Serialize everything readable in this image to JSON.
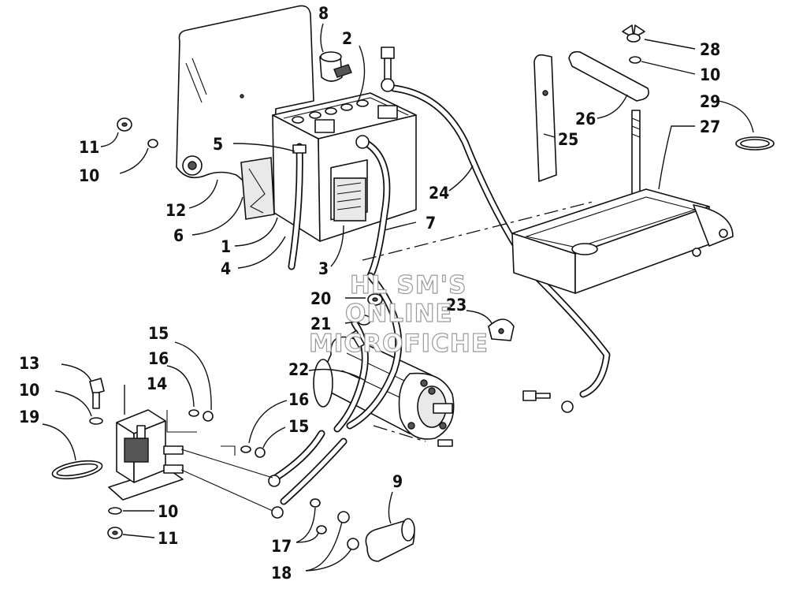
{
  "watermark": {
    "line1": "HL SM'S",
    "line2": "ONLINE",
    "line3": "MICROFICHE"
  },
  "callouts": [
    {
      "id": "c8",
      "label": "8"
    },
    {
      "id": "c2",
      "label": "2"
    },
    {
      "id": "c11a",
      "label": "11"
    },
    {
      "id": "c10a",
      "label": "10"
    },
    {
      "id": "c5",
      "label": "5"
    },
    {
      "id": "c12",
      "label": "12"
    },
    {
      "id": "c6",
      "label": "6"
    },
    {
      "id": "c1",
      "label": "1"
    },
    {
      "id": "c4",
      "label": "4"
    },
    {
      "id": "c3",
      "label": "3"
    },
    {
      "id": "c7",
      "label": "7"
    },
    {
      "id": "c24",
      "label": "24"
    },
    {
      "id": "c28",
      "label": "28"
    },
    {
      "id": "c10b",
      "label": "10"
    },
    {
      "id": "c26",
      "label": "26"
    },
    {
      "id": "c29",
      "label": "29"
    },
    {
      "id": "c25",
      "label": "25"
    },
    {
      "id": "c27",
      "label": "27"
    },
    {
      "id": "c20",
      "label": "20"
    },
    {
      "id": "c21",
      "label": "21"
    },
    {
      "id": "c23",
      "label": "23"
    },
    {
      "id": "c22",
      "label": "22"
    },
    {
      "id": "c15a",
      "label": "15"
    },
    {
      "id": "c16a",
      "label": "16"
    },
    {
      "id": "c13",
      "label": "13"
    },
    {
      "id": "c14",
      "label": "14"
    },
    {
      "id": "c10c",
      "label": "10"
    },
    {
      "id": "c19",
      "label": "19"
    },
    {
      "id": "c16b",
      "label": "16"
    },
    {
      "id": "c15b",
      "label": "15"
    },
    {
      "id": "c9",
      "label": "9"
    },
    {
      "id": "c10d",
      "label": "10"
    },
    {
      "id": "c11b",
      "label": "11"
    },
    {
      "id": "c17",
      "label": "17"
    },
    {
      "id": "c18",
      "label": "18"
    }
  ]
}
